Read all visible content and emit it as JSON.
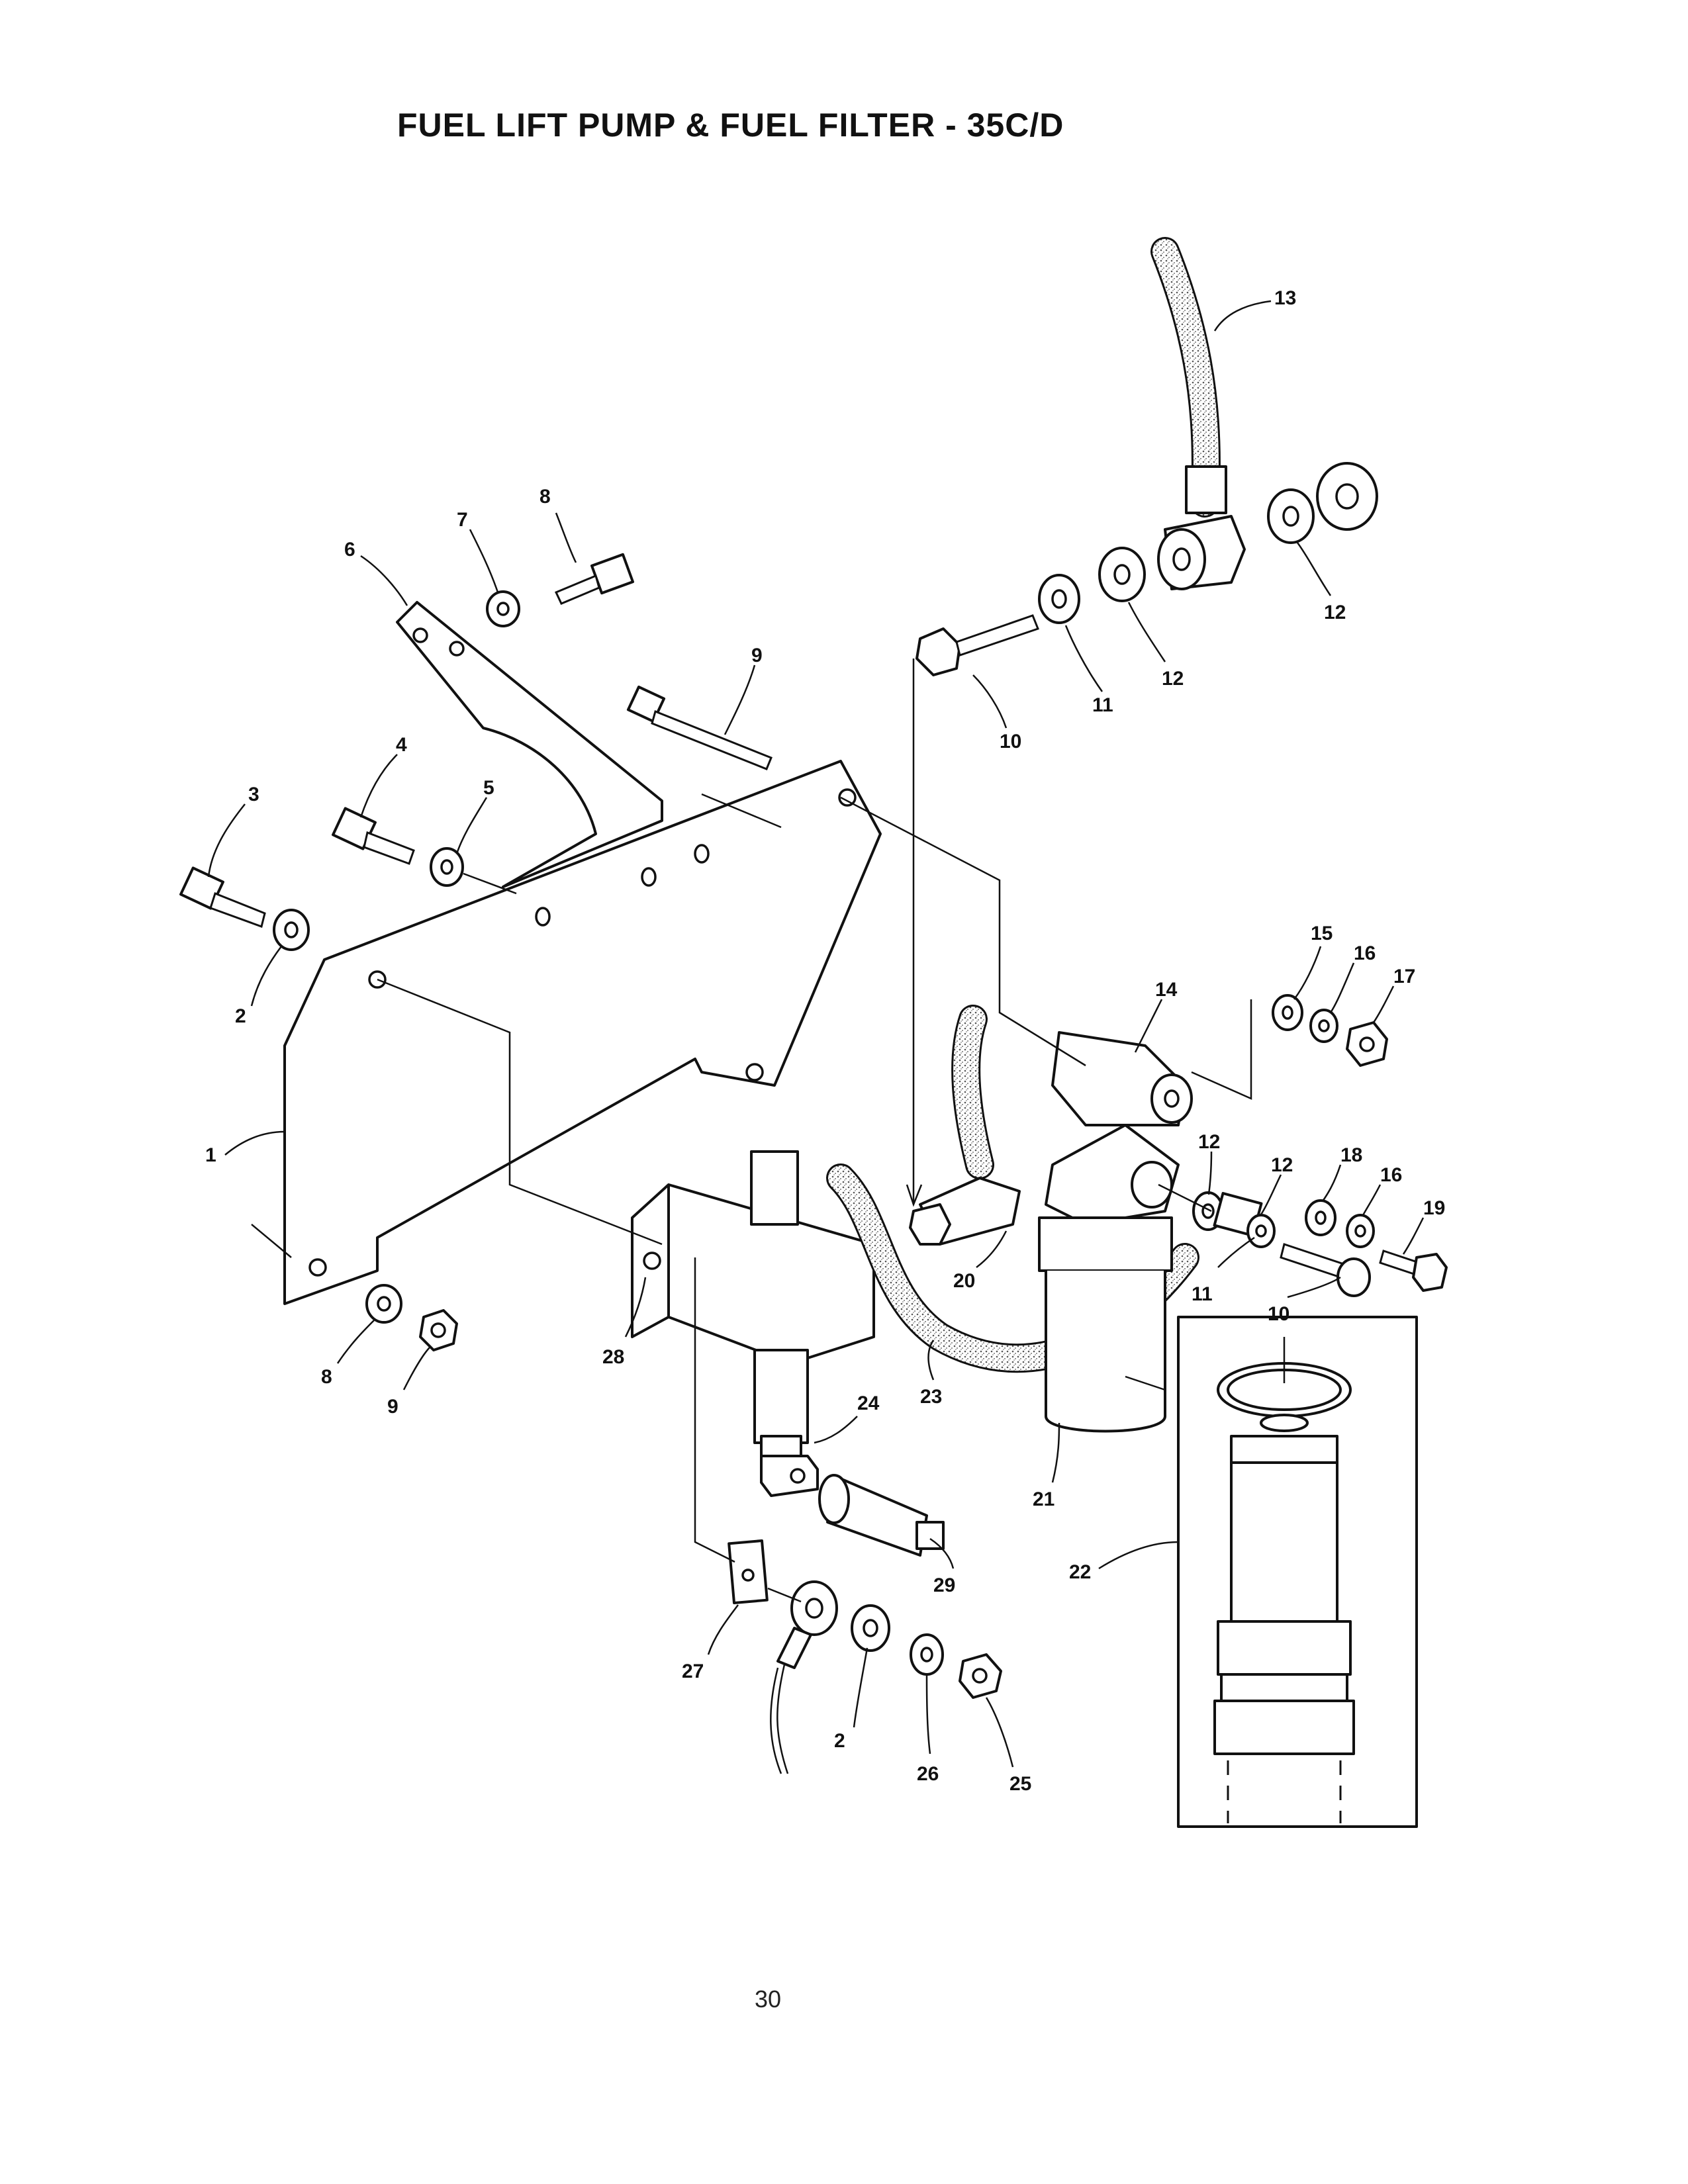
{
  "title": "FUEL LIFT PUMP & FUEL FILTER - 35C/D",
  "page_number": "30",
  "colors": {
    "ink": "#111111",
    "paper": "#ffffff",
    "hose_stipple": "#9a9a9a"
  },
  "callouts": [
    {
      "id": "1",
      "text": "1"
    },
    {
      "id": "2a",
      "text": "2"
    },
    {
      "id": "2b",
      "text": "2"
    },
    {
      "id": "3",
      "text": "3"
    },
    {
      "id": "4",
      "text": "4"
    },
    {
      "id": "5",
      "text": "5"
    },
    {
      "id": "6",
      "text": "6"
    },
    {
      "id": "7",
      "text": "7"
    },
    {
      "id": "8a",
      "text": "8"
    },
    {
      "id": "8b",
      "text": "8"
    },
    {
      "id": "9a",
      "text": "9"
    },
    {
      "id": "9b",
      "text": "9"
    },
    {
      "id": "10a",
      "text": "10"
    },
    {
      "id": "10b",
      "text": "10"
    },
    {
      "id": "11a",
      "text": "11"
    },
    {
      "id": "11b",
      "text": "11"
    },
    {
      "id": "12a",
      "text": "12"
    },
    {
      "id": "12b",
      "text": "12"
    },
    {
      "id": "12c",
      "text": "12"
    },
    {
      "id": "12d",
      "text": "12"
    },
    {
      "id": "13",
      "text": "13"
    },
    {
      "id": "14",
      "text": "14"
    },
    {
      "id": "15",
      "text": "15"
    },
    {
      "id": "16a",
      "text": "16"
    },
    {
      "id": "16b",
      "text": "16"
    },
    {
      "id": "17",
      "text": "17"
    },
    {
      "id": "18",
      "text": "18"
    },
    {
      "id": "19",
      "text": "19"
    },
    {
      "id": "20",
      "text": "20"
    },
    {
      "id": "21",
      "text": "21"
    },
    {
      "id": "22",
      "text": "22"
    },
    {
      "id": "23",
      "text": "23"
    },
    {
      "id": "24",
      "text": "24"
    },
    {
      "id": "25",
      "text": "25"
    },
    {
      "id": "26",
      "text": "26"
    },
    {
      "id": "27",
      "text": "27"
    },
    {
      "id": "28",
      "text": "28"
    },
    {
      "id": "29",
      "text": "29"
    }
  ]
}
